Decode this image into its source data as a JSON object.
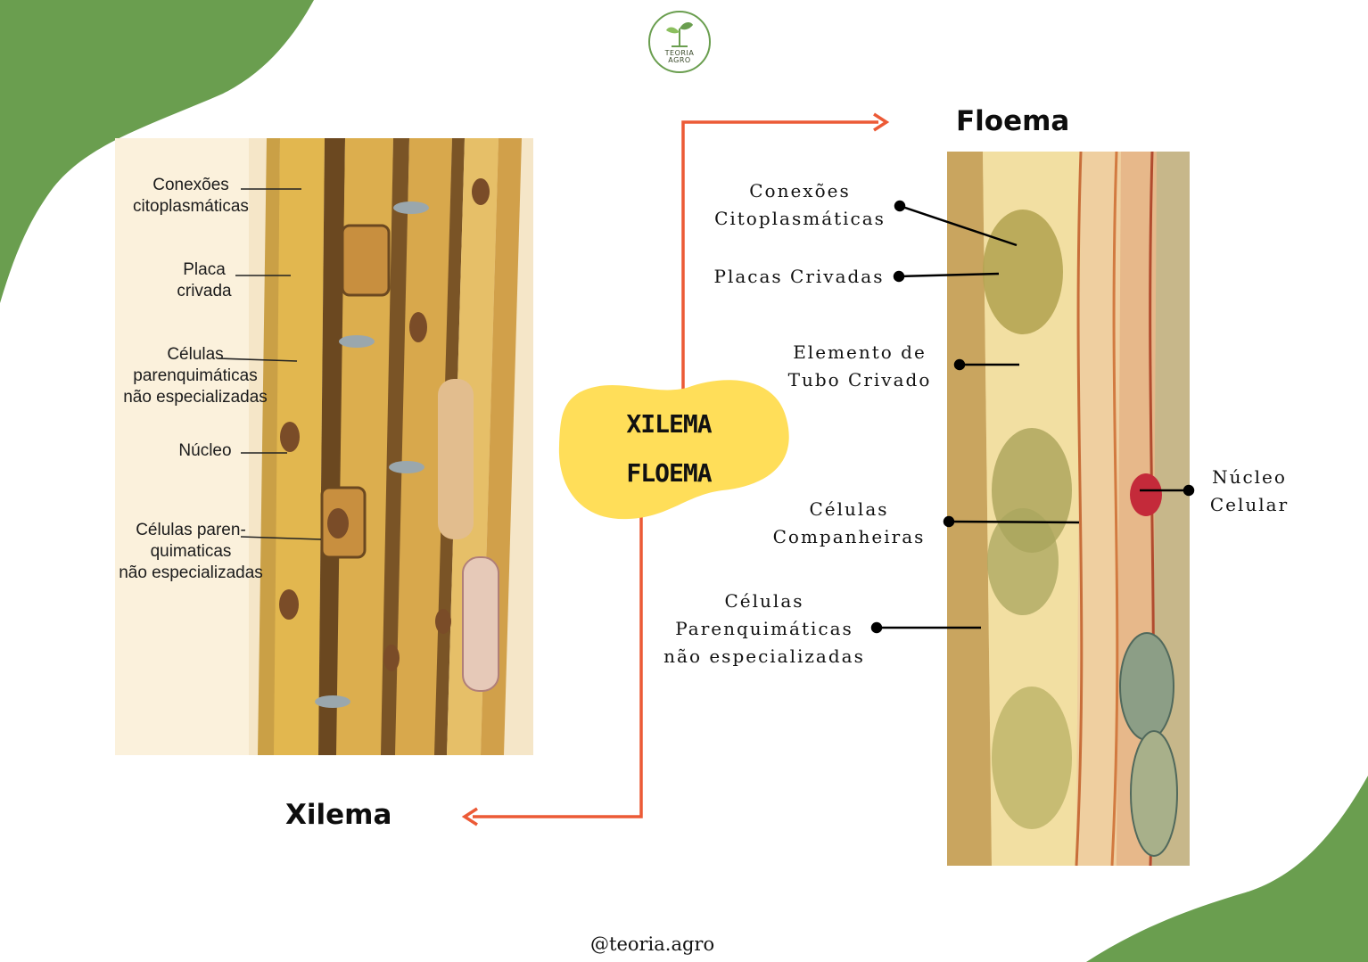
{
  "logo": {
    "text": "TEORIA\nAGRO"
  },
  "center_blob": {
    "text": "XILEMA\nFLOEMA"
  },
  "headings": {
    "floema": "Floema",
    "xilema": "Xilema"
  },
  "xylem_labels": {
    "conexoes": "Conexões\ncitoplasmáticas",
    "placa": "Placa\ncrivada",
    "celulas1": "Células\nparenquimáticas\nnão especializadas",
    "nucleo": "Núcleo",
    "celulas2": "Células paren-\nquimaticas\nnão especializadas"
  },
  "phloem_labels": {
    "conexoes": "Conexões\nCitoplasmáticas",
    "placas": "Placas Crivadas",
    "elemento": "Elemento de\nTubo Crivado",
    "companheiras": "Células\nCompanheiras",
    "parenquimaticas": "Células\nParenquimáticas\nnão especializadas",
    "nucleo": "Núcleo\nCelular"
  },
  "footer": {
    "handle": "@teoria.agro"
  },
  "colors": {
    "green": "#6a9e4f",
    "arrow": "#ec5a36",
    "blob": "#ffde59"
  }
}
